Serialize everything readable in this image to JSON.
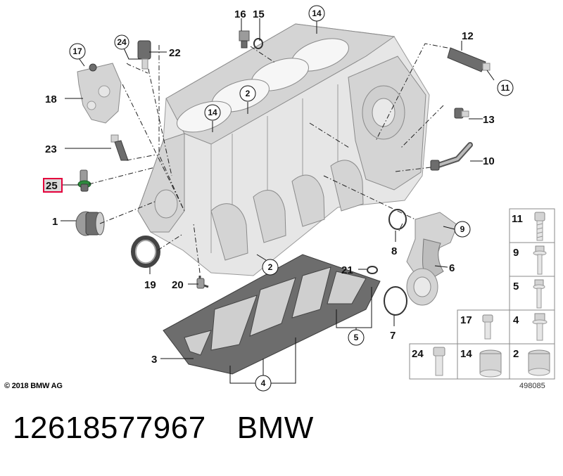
{
  "diagram": {
    "copyright": "© 2018 BMW AG",
    "diagram_id": "498085",
    "caption": {
      "part_number": "12618577967",
      "brand": "BMW"
    },
    "highlight_color": "#e4003c",
    "callouts": {
      "c1": "1",
      "c2a": "2",
      "c2b": "2",
      "c3": "3",
      "c4": "4",
      "c5": "5",
      "c6": "6",
      "c7": "7",
      "c8": "8",
      "c9": "9",
      "c10": "10",
      "c11": "11",
      "c12": "12",
      "c13": "13",
      "c14a": "14",
      "c14b": "14",
      "c15": "15",
      "c16": "16",
      "c17": "17",
      "c18": "18",
      "c19": "19",
      "c20": "20",
      "c21": "21",
      "c22": "22",
      "c23": "23",
      "c24": "24",
      "c25": "25"
    },
    "legend": {
      "r1": "11",
      "r2": "9",
      "r3": "5",
      "r4a": "17",
      "r4b": "4",
      "r5a": "24",
      "r5b": "14",
      "r5c": "2"
    }
  }
}
